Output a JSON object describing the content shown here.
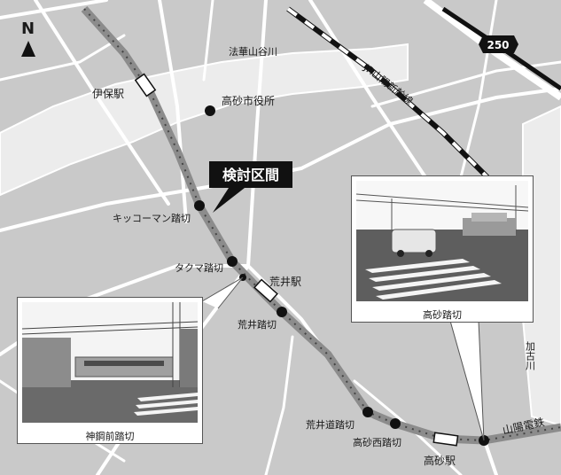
{
  "north": {
    "letter": "N",
    "icon": "north-arrow-icon"
  },
  "route_badge": {
    "number": "250"
  },
  "labels": {
    "temple": "法華山谷川",
    "shinkansen": "JR山陽新幹線",
    "ibo_station": "伊保駅",
    "city_hall": "高砂市役所",
    "study_section": "検討区間",
    "kikkoman": "キッコーマン踏切",
    "takuma": "タクマ踏切",
    "arai_station": "荒井駅",
    "arai_crossing": "荒井踏切",
    "arai_kaido": "荒井道踏切",
    "takasago_nishi": "高砂西踏切",
    "takasago_station": "高砂駅",
    "sanyo_dentetsu": "山陽電鉄",
    "kakogawa": "加古川"
  },
  "photos": {
    "takasago_crossing": {
      "caption": "高砂踏切"
    },
    "shinkoumae_crossing": {
      "caption": "神鋼前踏切"
    }
  },
  "colors": {
    "ground": "#c9c9c9",
    "road": "#ffffff",
    "river": "#f0f0f0",
    "rail": "#666666",
    "crossing_dot": "#111111"
  }
}
